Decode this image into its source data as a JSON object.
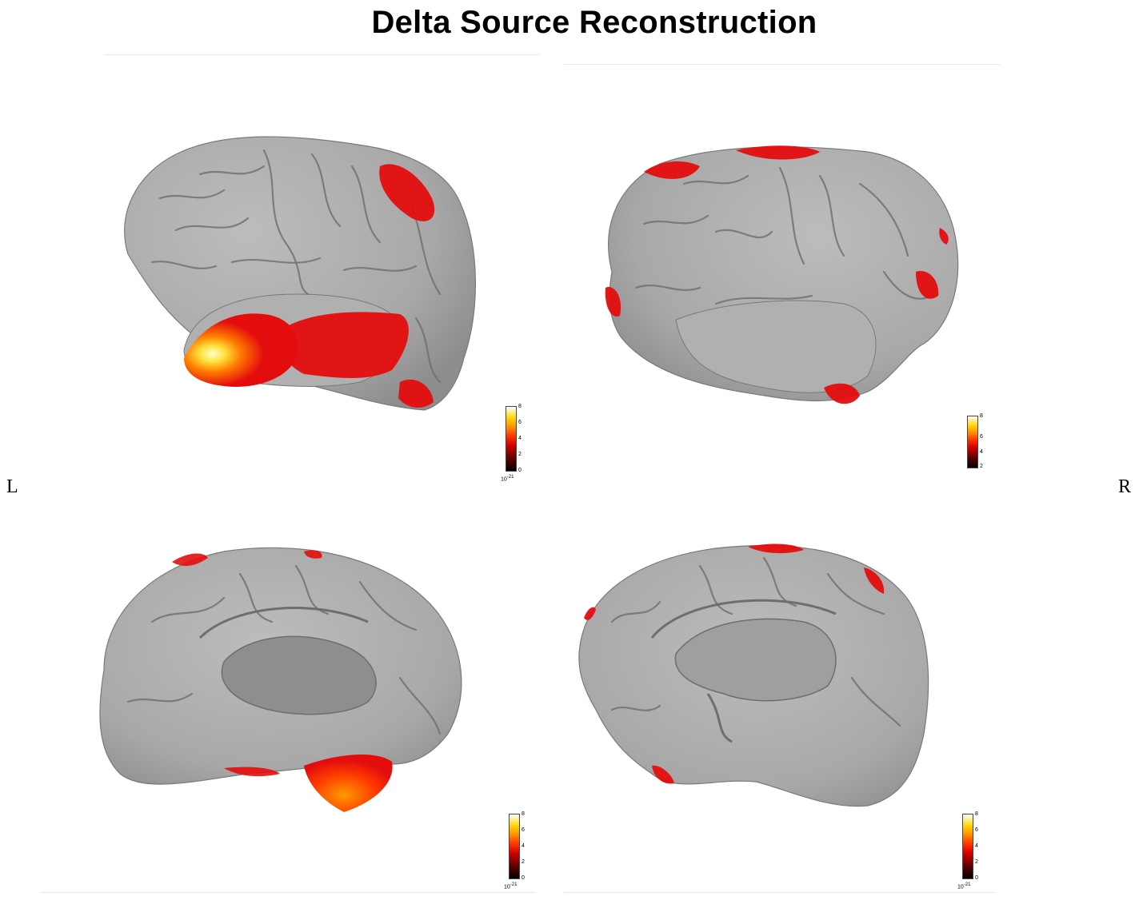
{
  "title": "Delta Source Reconstruction",
  "side_labels": {
    "left": "L",
    "right": "R"
  },
  "colorbar": {
    "ticks": [
      "0",
      "2",
      "4",
      "6",
      "8"
    ],
    "exponent_base": "10",
    "exponent_power": "-21",
    "colors": [
      "#000000",
      "#d40000",
      "#ff3a00",
      "#ff8c00",
      "#ffd400",
      "#ffffff"
    ]
  },
  "colors": {
    "cortex": "#a9a8a8",
    "cortex_shade": "#8b8a8a",
    "activation_low": "#e40d0d",
    "activation_mid": "#ff5a00",
    "activation_high": "#fff6a0"
  },
  "panels": [
    {
      "view": "left-lateral",
      "icon": "brain-left-lateral-icon"
    },
    {
      "view": "right-lateral",
      "icon": "brain-right-lateral-icon"
    },
    {
      "view": "left-medial",
      "icon": "brain-left-medial-icon"
    },
    {
      "view": "right-medial",
      "icon": "brain-right-medial-icon"
    }
  ]
}
